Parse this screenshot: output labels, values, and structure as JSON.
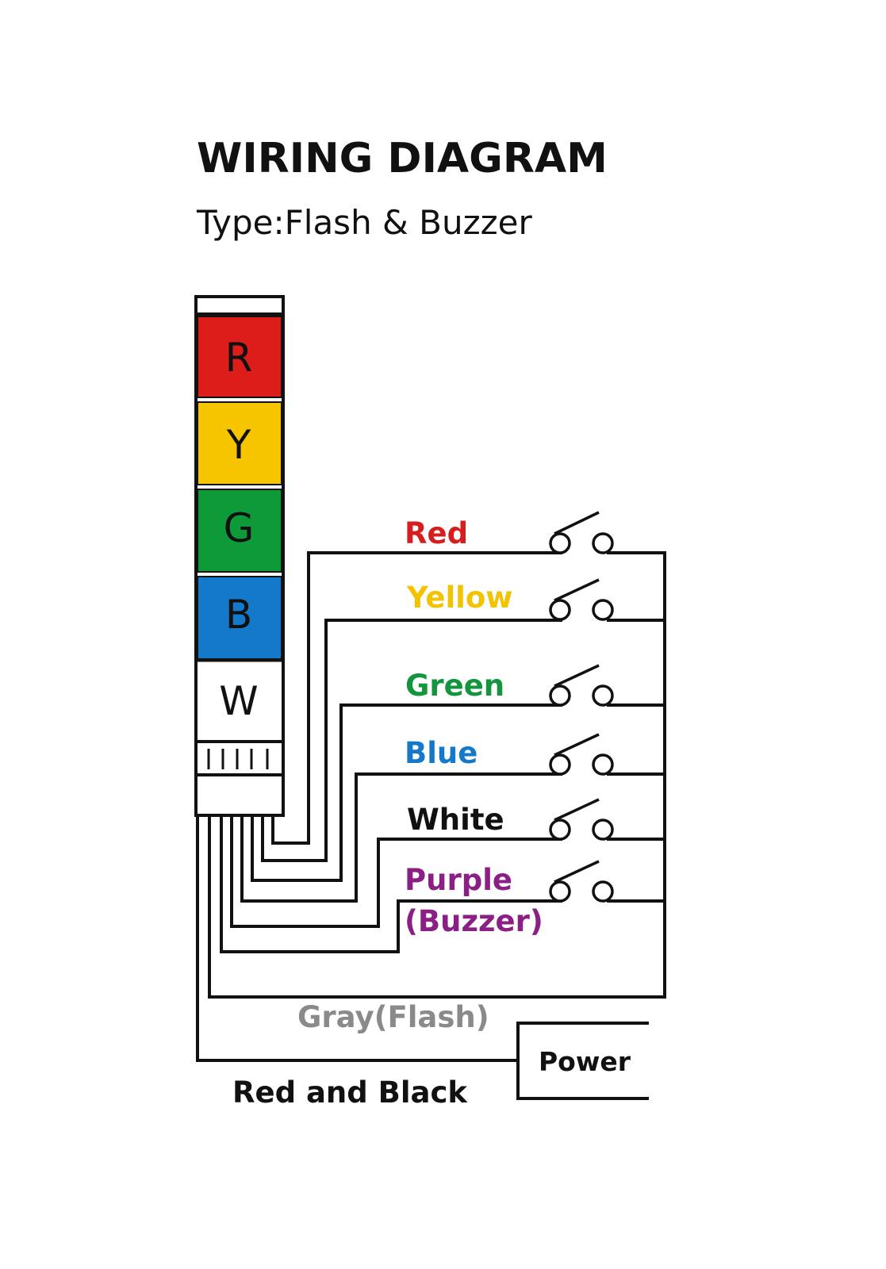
{
  "title": "WIRING DIAGRAM",
  "subtitle": "Type:Flash & Buzzer",
  "tower": {
    "segments": [
      {
        "letter": "R",
        "color": "#dd1d1a"
      },
      {
        "letter": "Y",
        "color": "#f6c500"
      },
      {
        "letter": "G",
        "color": "#0f9a3a"
      },
      {
        "letter": "B",
        "color": "#1479c9"
      },
      {
        "letter": "W",
        "color": "#ffffff"
      }
    ]
  },
  "wires": [
    {
      "label": "Red",
      "color": "#d71e1e"
    },
    {
      "label": "Yellow",
      "color": "#f2c300"
    },
    {
      "label": "Green",
      "color": "#12953c"
    },
    {
      "label": "Blue",
      "color": "#1479c9"
    },
    {
      "label": "White",
      "color": "#111111"
    },
    {
      "label": "Purple",
      "label2": "(Buzzer)",
      "color": "#8b1f86"
    }
  ],
  "gray_label": "Gray(Flash)",
  "gray_color": "#8a8a8a",
  "common_label": "Red and Black",
  "power_label": "Power"
}
